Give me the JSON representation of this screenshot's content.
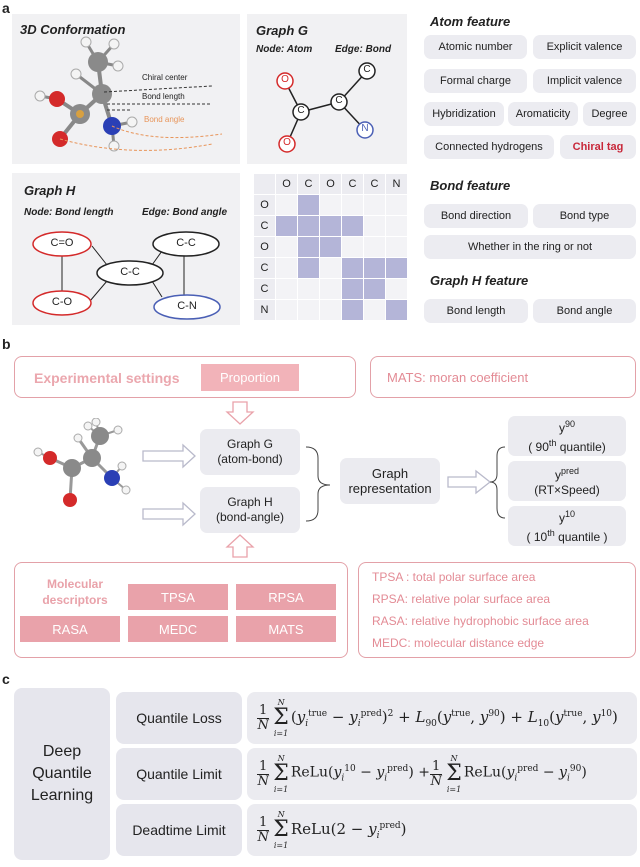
{
  "panel_a": {
    "label": "a",
    "conformation": {
      "title": "3D Conformation",
      "chiral_center": "Chiral center",
      "bond_length": "Bond length",
      "bond_angle": "Bond angle"
    },
    "graph_g": {
      "title": "Graph G",
      "node": "Node: Atom",
      "edge": "Edge: Bond",
      "atoms": [
        "O",
        "C",
        "C",
        "C",
        "N",
        "O"
      ]
    },
    "graph_h": {
      "title": "Graph H",
      "node": "Node: Bond length",
      "edge": "Edge: Bond angle",
      "nodes": [
        "C=O",
        "C-O",
        "C-C",
        "C-C",
        "C-N"
      ]
    },
    "matrix": {
      "columns": [
        "O",
        "C",
        "O",
        "C",
        "C",
        "N"
      ],
      "rows": [
        "O",
        "C",
        "O",
        "C",
        "C",
        "N"
      ],
      "cells": [
        [
          0,
          1,
          0,
          0,
          0,
          0
        ],
        [
          1,
          1,
          1,
          1,
          0,
          0
        ],
        [
          0,
          1,
          1,
          0,
          0,
          0
        ],
        [
          0,
          1,
          0,
          1,
          1,
          1
        ],
        [
          0,
          0,
          0,
          1,
          1,
          0
        ],
        [
          0,
          0,
          0,
          1,
          0,
          1
        ]
      ]
    },
    "atom_feature": {
      "title": "Atom feature",
      "items": [
        "Atomic number",
        "Explicit valence",
        "Formal charge",
        "Implicit valence",
        "Hybridization",
        "Aromaticity",
        "Degree",
        "Connected hydrogens",
        "Chiral tag"
      ]
    },
    "bond_feature": {
      "title": "Bond feature",
      "items": [
        "Bond direction",
        "Bond type",
        "Whether in the ring or not"
      ]
    },
    "graph_h_feature": {
      "title": "Graph H feature",
      "items": [
        "Bond length",
        "Bond angle"
      ]
    }
  },
  "panel_b": {
    "label": "b",
    "experimental_settings": "Experimental settings",
    "proportion": "Proportion",
    "mats": "MATS: moran coefficient",
    "graph_g": [
      "Graph  G",
      "(atom-bond)"
    ],
    "graph_h": [
      "Graph  H",
      "(bond-angle)"
    ],
    "graph_representation": [
      "Graph",
      "representation"
    ],
    "outputs": [
      {
        "sym": "y",
        "sup": "90",
        "desc_pre": "( 90",
        "desc_sup": "th",
        "desc_post": " quantile)"
      },
      {
        "sym": "y",
        "sup": "pred",
        "desc_pre": "(RT×Speed)",
        "desc_sup": "",
        "desc_post": ""
      },
      {
        "sym": "y",
        "sup": "10",
        "desc_pre": "( 10",
        "desc_sup": "th",
        "desc_post": " quantile )"
      }
    ],
    "molecular_descriptors": "Molecular descriptors",
    "descriptors": [
      "TPSA",
      "RPSA",
      "RASA",
      "MEDC",
      "MATS"
    ],
    "definitions": [
      "TPSA : total polar surface area",
      "RPSA: relative polar surface area",
      "RASA: relative hydrophobic surface area",
      "MEDC: molecular distance edge"
    ]
  },
  "panel_c": {
    "label": "c",
    "method": [
      "Deep",
      "Quantile",
      "Learning"
    ],
    "rows": [
      "Quantile Loss",
      "Quantile Limit",
      "Deadtime Limit"
    ]
  },
  "colors": {
    "pink": "#e9a2aa",
    "purple_fill": "#b4b5d8",
    "red_text": "#c8283a"
  }
}
